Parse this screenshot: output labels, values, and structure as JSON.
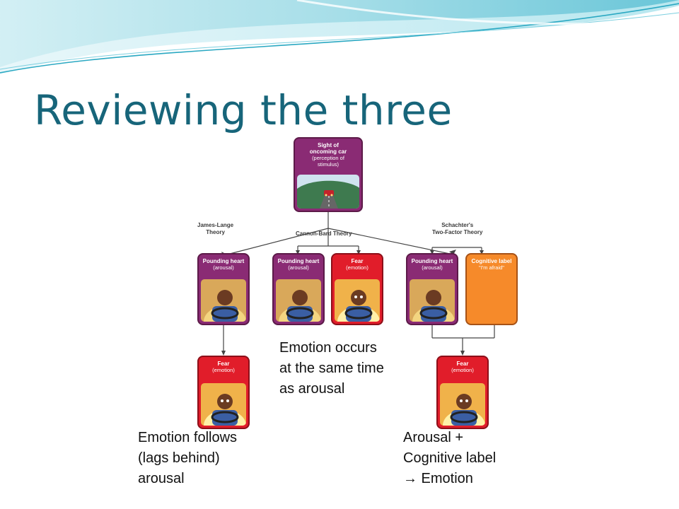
{
  "slide": {
    "title": "Reviewing the three"
  },
  "diagram": {
    "stimulus": {
      "heading": "Sight of\noncoming car",
      "sub": "(perception of\nstimulus)"
    },
    "theories": {
      "james_lange": "James-Lange\nTheory",
      "cannon_bard": "Cannon-Bard Theory",
      "schachter": "Schachter's\nTwo-Factor Theory"
    },
    "arousal_card": {
      "heading": "Pounding heart",
      "sub": "(arousal)"
    },
    "fear_card": {
      "heading": "Fear",
      "sub": "(emotion)"
    },
    "cognitive_card": {
      "heading": "Cognitive label",
      "sub": "\"I'm afraid\""
    }
  },
  "notes": {
    "cannon_bard": "Emotion occurs\nat the same time\nas arousal",
    "james_lange": "Emotion follows\n(lags behind)\narousal",
    "schachter": "Arousal +\nCognitive label\n→ Emotion"
  },
  "colors": {
    "title": "#17657a",
    "purple_card": "#8a2b74",
    "red_card": "#e11d2a",
    "orange_card": "#f68a2a"
  }
}
